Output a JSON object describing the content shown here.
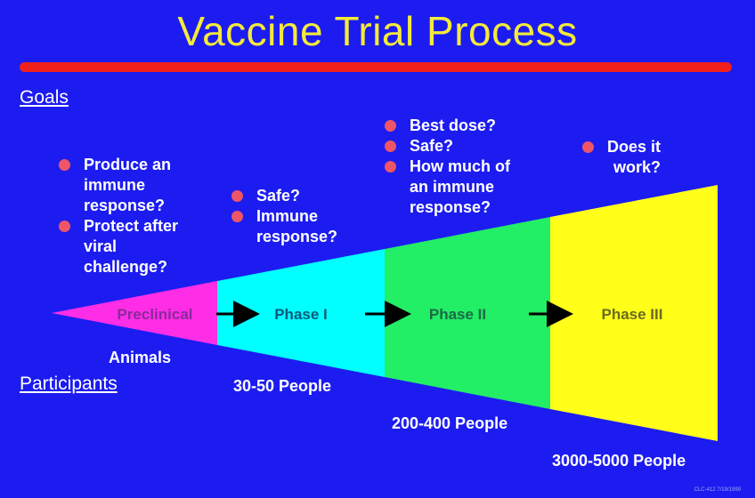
{
  "title": "Vaccine Trial Process",
  "goals_label": "Goals",
  "participants_label": "Participants",
  "colors": {
    "background": "#1c1cf0",
    "title": "#f4ea3a",
    "rule": "#f0201c",
    "bullet": "#ee5566",
    "preclinical": "#ff2de6",
    "phase1": "#00ffff",
    "phase2": "#22ee66",
    "phase3": "#ffff1a"
  },
  "stages": [
    {
      "label": "Preclinical",
      "participants": "Animals",
      "goals": [
        "Produce an\nimmune\nresponse?",
        "Protect after\nviral\nchallenge?"
      ]
    },
    {
      "label": "Phase I",
      "participants": "30-50 People",
      "goals": [
        "Safe?",
        "Immune\nresponse?"
      ]
    },
    {
      "label": "Phase II",
      "participants": "200-400 People",
      "goals": [
        "Best dose?",
        "Safe?",
        "How much of\nan immune\nresponse?"
      ]
    },
    {
      "label": "Phase III",
      "participants": "3000-5000 People",
      "goals": [
        "Does it\nwork?"
      ]
    }
  ],
  "footer_code": "CLC-412 7/19/1999"
}
